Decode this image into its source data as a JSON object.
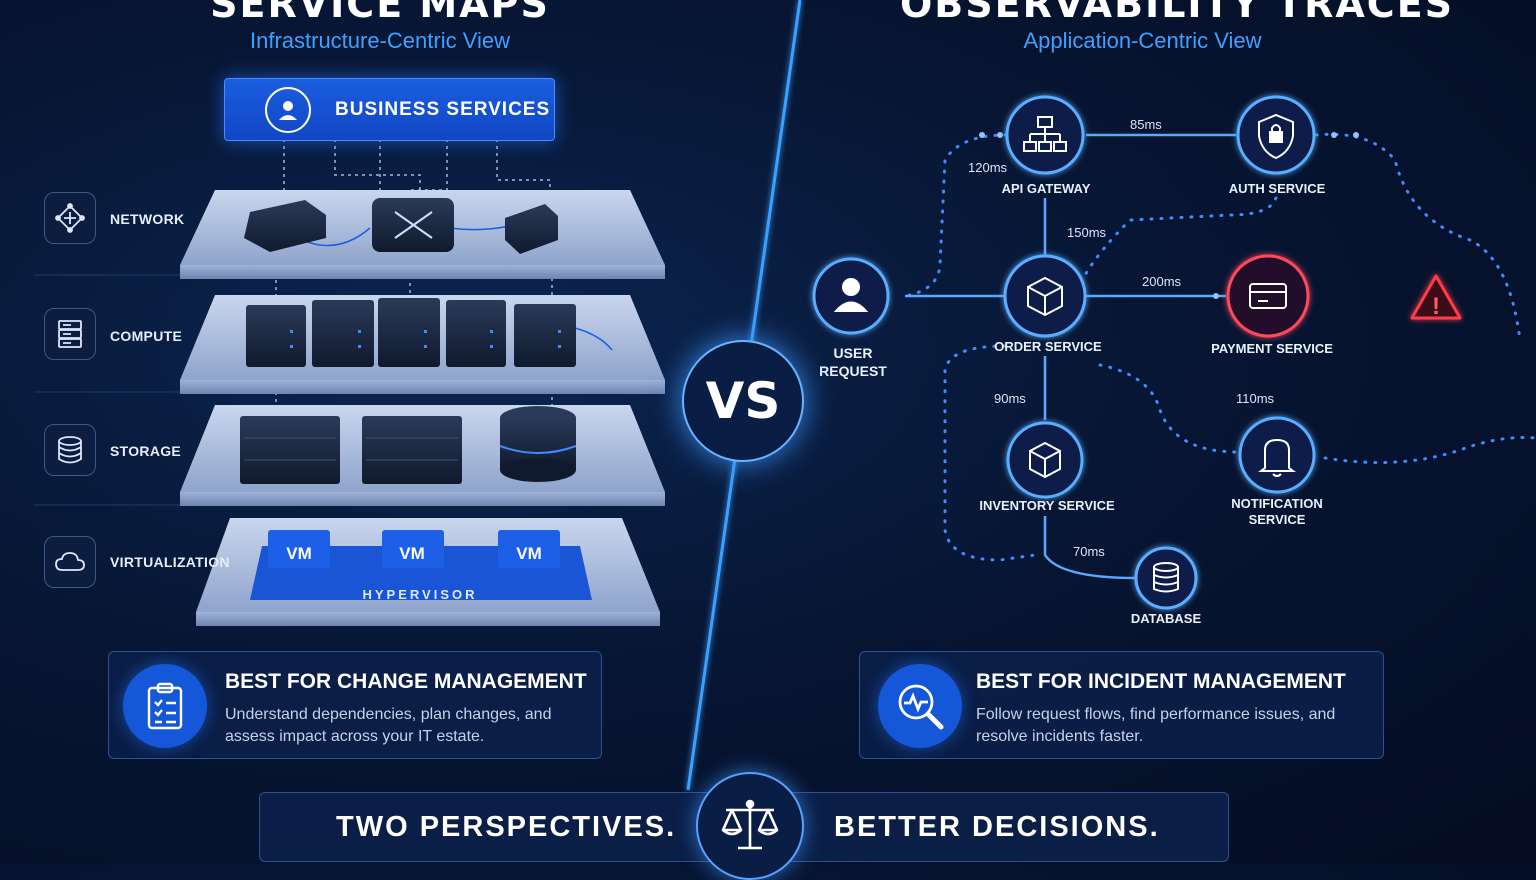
{
  "left": {
    "title": "SERVICE MAPS",
    "subtitle": "Infrastructure-Centric View",
    "business_services": "BUSINESS SERVICES",
    "layers": [
      {
        "label": "NETWORK",
        "icon": "network-icon"
      },
      {
        "label": "COMPUTE",
        "icon": "server-icon"
      },
      {
        "label": "STORAGE",
        "icon": "database-icon"
      },
      {
        "label": "VIRTUALIZATION",
        "icon": "cloud-icon"
      }
    ],
    "vms": [
      "VM",
      "VM",
      "VM"
    ],
    "hypervisor": "HYPERVISOR",
    "card": {
      "heading": "BEST FOR CHANGE MANAGEMENT",
      "body": "Understand dependencies, plan changes, and assess impact across your IT estate.",
      "icon": "clipboard-icon"
    }
  },
  "vs": "VS",
  "right": {
    "title": "OBSERVABILITY TRACES",
    "subtitle": "Application-Centric View",
    "nodes": {
      "user_request": "USER\nREQUEST",
      "api_gateway": "API GATEWAY",
      "auth_service": "AUTH SERVICE",
      "order_service": "ORDER SERVICE",
      "payment_service": "PAYMENT SERVICE",
      "inventory_service": "INVENTORY SERVICE",
      "notification_service": "NOTIFICATION\nSERVICE",
      "database": "DATABASE"
    },
    "latencies": {
      "gateway_auth": "85ms",
      "user_gateway": "120ms",
      "gateway_order": "150ms",
      "order_payment": "200ms",
      "order_inventory": "90ms",
      "order_notification": "110ms",
      "inventory_database": "70ms"
    },
    "card": {
      "heading": "BEST FOR INCIDENT MANAGEMENT",
      "body": "Follow request flows, find performance issues, and resolve incidents faster.",
      "icon": "search-pulse-icon"
    }
  },
  "bottom": {
    "left_text": "TWO PERSPECTIVES.",
    "right_text": "BETTER DECISIONS.",
    "icon": "scale-icon"
  },
  "colors": {
    "accent": "#1a5ee0",
    "glow": "#3fa0ff",
    "error": "#ff3b4a",
    "background": "#071634"
  }
}
